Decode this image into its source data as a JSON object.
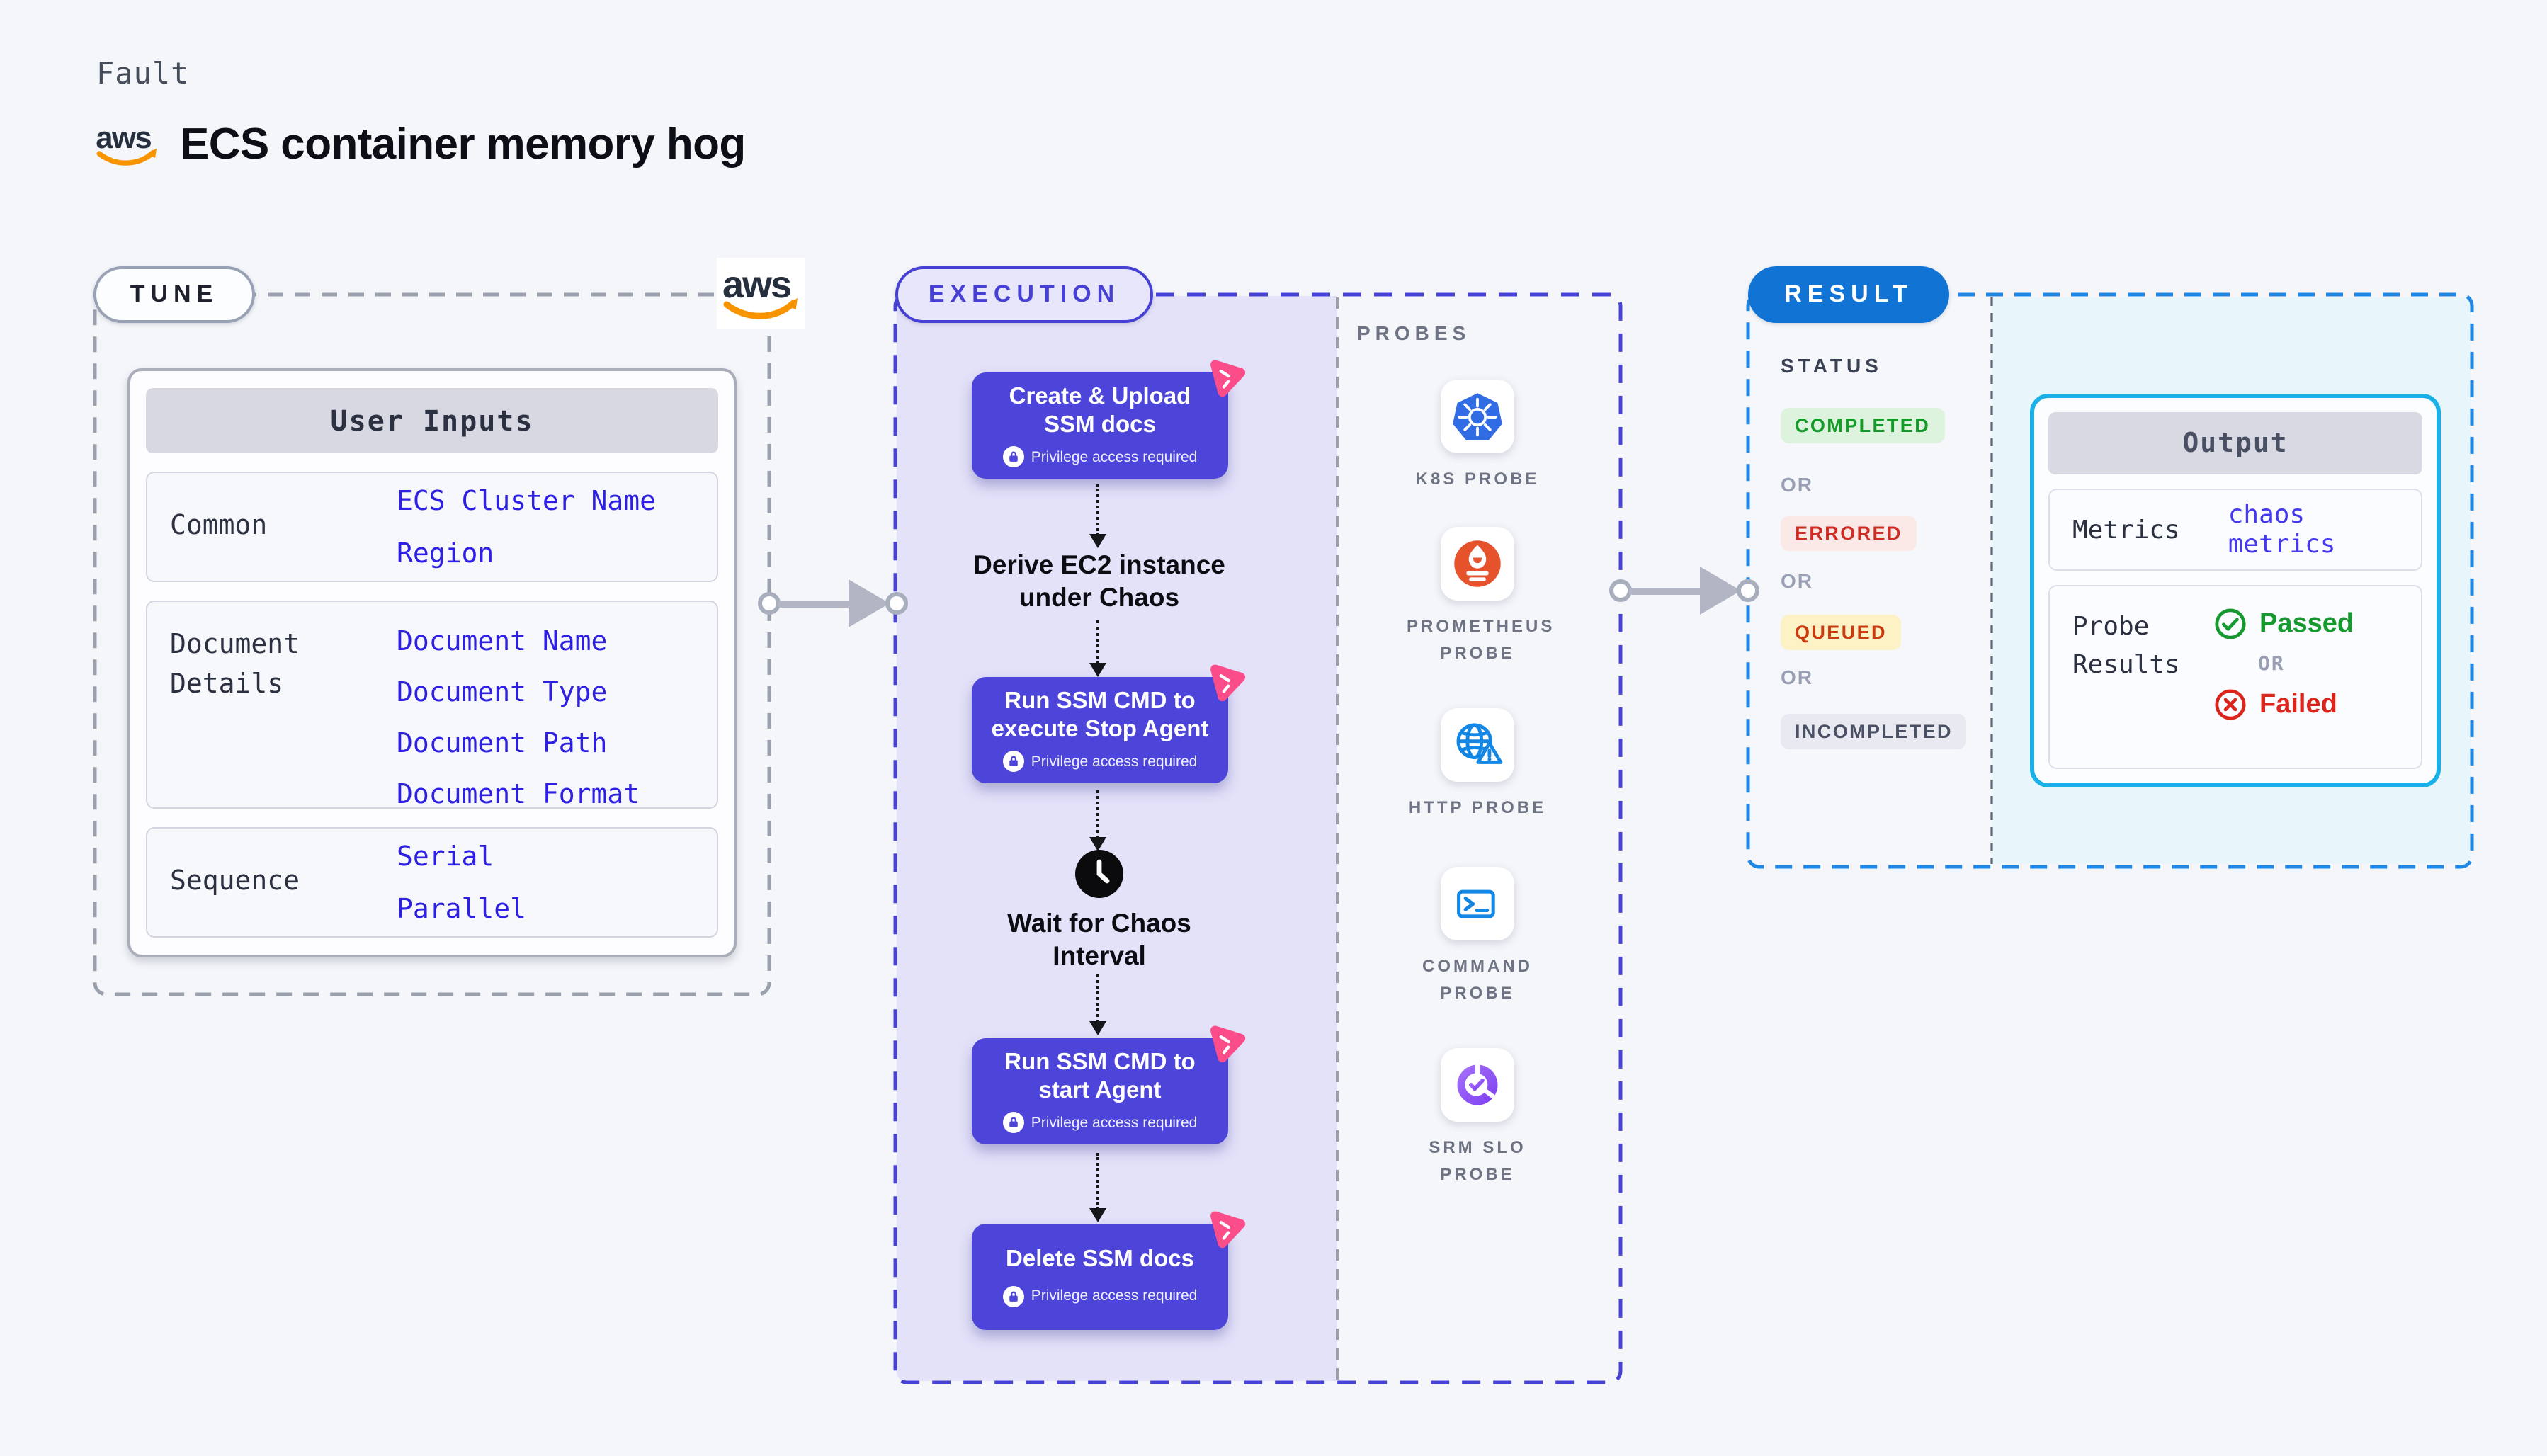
{
  "page": {
    "kicker": "Fault",
    "title": "ECS container memory hog",
    "background": "#f4f6fa"
  },
  "brand": {
    "aws_wordmark": "aws"
  },
  "tune": {
    "pill": "TUNE",
    "user_inputs": {
      "header": "User Inputs",
      "groups": [
        {
          "label": "Common",
          "values": [
            "ECS Cluster Name",
            "Region"
          ]
        },
        {
          "label": "Document Details",
          "values": [
            "Document Name",
            "Document Type",
            "Document Path",
            "Document Format"
          ]
        },
        {
          "label": "Sequence",
          "values": [
            "Serial",
            "Parallel"
          ]
        }
      ]
    }
  },
  "execution": {
    "pill": "EXECUTION",
    "steps": [
      {
        "kind": "card",
        "title": "Create & Upload SSM docs",
        "badge": "Privilege access required"
      },
      {
        "kind": "label",
        "title": "Derive EC2 instance under Chaos"
      },
      {
        "kind": "card",
        "title": "Run SSM CMD to execute Stop Agent",
        "badge": "Privilege access required"
      },
      {
        "kind": "wait",
        "title": "Wait for Chaos Interval"
      },
      {
        "kind": "card",
        "title": "Run SSM CMD to start Agent",
        "badge": "Privilege access required"
      },
      {
        "kind": "card",
        "title": "Delete SSM docs",
        "badge": "Privilege access required"
      }
    ],
    "probes": {
      "label": "PROBES",
      "items": [
        {
          "name": "K8S PROBE",
          "icon": "kubernetes-icon"
        },
        {
          "name": "PROMETHEUS PROBE",
          "icon": "prometheus-icon"
        },
        {
          "name": "HTTP PROBE",
          "icon": "http-globe-warning-icon"
        },
        {
          "name": "COMMAND PROBE",
          "icon": "terminal-icon"
        },
        {
          "name": "SRM SLO PROBE",
          "icon": "slo-pie-check-icon"
        }
      ]
    }
  },
  "result": {
    "pill": "RESULT",
    "status": {
      "label": "STATUS",
      "items": [
        "COMPLETED",
        "OR",
        "ERRORED",
        "OR",
        "QUEUED",
        "OR",
        "INCOMPLETED"
      ]
    },
    "output": {
      "header": "Output",
      "metrics_label": "Metrics",
      "metrics_value": "chaos metrics",
      "probe_label": "Probe Results",
      "passed": "Passed",
      "or": "OR",
      "failed": "Failed"
    }
  },
  "colors": {
    "step_indigo": "#4d45d9",
    "execution_border": "#4743d6",
    "execution_bg": "#e4e2f9",
    "tune_border": "#9aa1ad",
    "result_border": "#2187e2",
    "result_bg": "#e8f6fc",
    "result_pill_blue": "#1173d4",
    "value_blue": "#2d1fe3",
    "metrics_blue": "#4538ef",
    "chaos_pink": "#fb4d8a",
    "aws_orange": "#f79400",
    "completed_green": "#149a28",
    "errored_red": "#cf2c24",
    "queued_text": "#cb3a0f",
    "incompleted_slate": "#4a5165",
    "passed_green": "#169a2f",
    "failed_red": "#da251d",
    "probe_blue": "#1487e5",
    "k8s_blue": "#326ce5",
    "prometheus_orange": "#e6522c"
  }
}
